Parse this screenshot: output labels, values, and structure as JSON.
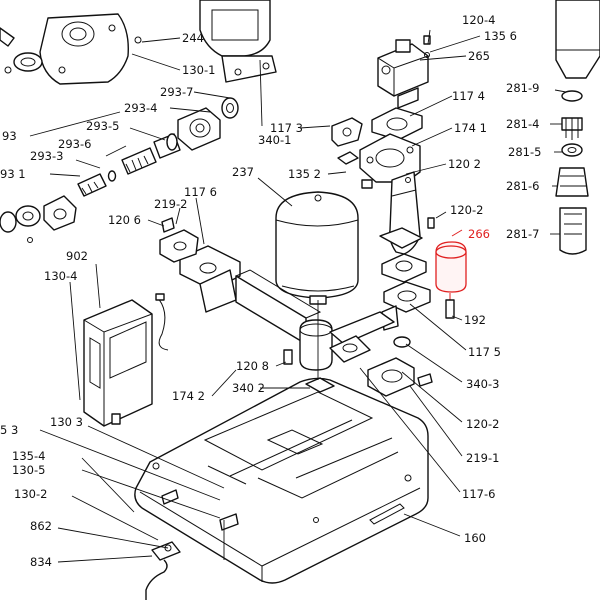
{
  "highlight_color": "#e02020",
  "labels": {
    "l_244": "244",
    "l_130_1_top": "130-1",
    "l_120_4": "120-4",
    "l_135_6": "135 6",
    "l_265": "265",
    "l_293_7": "293-7",
    "l_293_4": "293-4",
    "l_293_5": "293-5",
    "l_340_1": "340-1",
    "l_117_3": "117 3",
    "l_117_4": "117 4",
    "l_174_1": "174 1",
    "l_281_9": "281-9",
    "l_281_4": "281-4",
    "l_281_5": "281-5",
    "l_281_6": "281-6",
    "l_281_7": "281-7",
    "l_293_6": "293-6",
    "l_293_3": "293-3",
    "l_293_1": "93 1",
    "l_237": "237",
    "l_135_2": "135 2",
    "l_120_2_top": "120 2",
    "l_117_6": "117 6",
    "l_219_2": "219-2",
    "l_120_6": "120 6",
    "l_120_2_mid": "120-2",
    "l_266": "266",
    "l_902": "902",
    "l_130_4": "130-4",
    "l_192": "192",
    "l_117_5": "117 5",
    "l_120_8": "120 8",
    "l_340_3": "340-3",
    "l_340_2": "340 2",
    "l_174_2": "174 2",
    "l_120_2_low": "120-2",
    "l_130_3": "130 3",
    "l_5_3": "5 3",
    "l_135_4": "135-4",
    "l_130_5": "130-5",
    "l_219_1": "219-1",
    "l_130_2": "130-2",
    "l_117_6_low": "117-6",
    "l_862": "862",
    "l_160": "160",
    "l_834": "834",
    "l_93": "93"
  }
}
